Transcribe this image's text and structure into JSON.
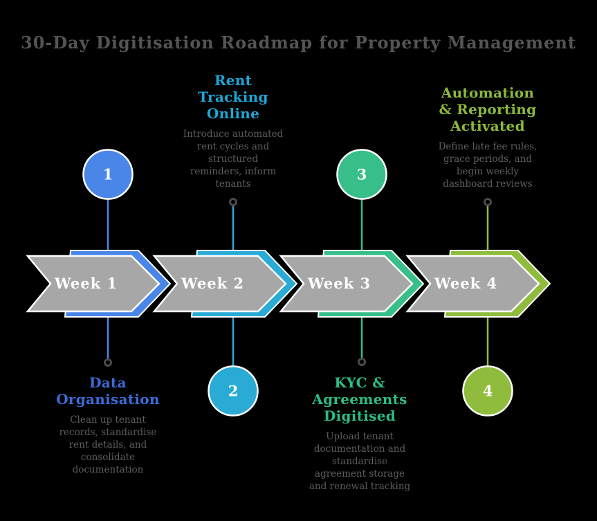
{
  "title": "30-Day Digitisation Roadmap for Property Management",
  "weeks": [
    {
      "label": "Week 1",
      "number": "1",
      "color": "#4a86e8",
      "heading_color": "#3d6bd6",
      "milestone": {
        "placement": "below",
        "heading": "Data\nOrganisation",
        "description": "Clean up tenant\nrecords, standardise\nrent details, and\nconsolidate\ndocumentation"
      }
    },
    {
      "label": "Week 2",
      "number": "2",
      "color": "#29abd6",
      "heading_color": "#1ca7d6",
      "milestone": {
        "placement": "above",
        "heading": "Rent\nTracking\nOnline",
        "description": "Introduce automated\nrent cycles and\nstructured\nreminders, inform\ntenants"
      }
    },
    {
      "label": "Week 3",
      "number": "3",
      "color": "#38bf89",
      "heading_color": "#2dbd85",
      "milestone": {
        "placement": "below",
        "heading": "KYC &\nAgreements\nDigitised",
        "description": "Upload tenant\ndocumentation and\nstandardise\nagreement storage\nand renewal tracking"
      }
    },
    {
      "label": "Week 4",
      "number": "4",
      "color": "#8fbc3d",
      "heading_color": "#8cb83a",
      "milestone": {
        "placement": "above",
        "heading": "Automation\n& Reporting\nActivated",
        "description": "Define late fee rules,\ngrace periods, and\nbegin weekly\ndashboard reviews"
      }
    }
  ],
  "colors": {
    "background": "#000000",
    "arrow_body": "#a7a7a7",
    "arrow_outline": "#ffffff",
    "label_text": "#ffffff",
    "title_text": "#545454",
    "description_text": "#5e5e5e",
    "connector_ring": "#4a4a4a"
  }
}
